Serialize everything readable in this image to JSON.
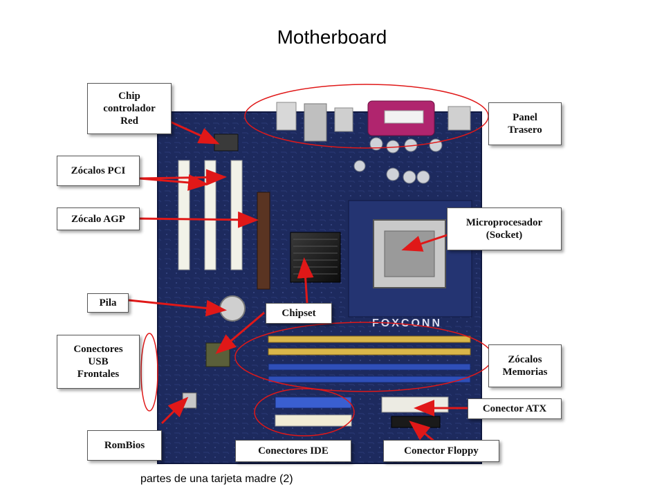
{
  "title": "Motherboard",
  "caption": "partes de una tarjeta madre (2)",
  "board_brand": "FOXCONN",
  "labels": {
    "chip_red": "Chip\ncontrolador\nRed",
    "zocalos_pci": "Zócalos PCI",
    "zocalo_agp": "Zócalo AGP",
    "pila": "Pila",
    "usb_frontales": "Conectores\nUSB\nFrontales",
    "rombios": "RomBios",
    "conectores_ide": "Conectores IDE",
    "conector_floppy": "Conector Floppy",
    "conector_atx": "Conector ATX",
    "zocalos_memorias": "Zócalos\nMemorias",
    "microprocesador": "Microprocesador\n(Socket)",
    "panel_trasero": "Panel\nTrasero",
    "chipset": "Chipset"
  },
  "colors": {
    "board": "#1d2a5e",
    "arrow": "#e01818",
    "ram_yellow": "#d9b64a",
    "ram_blue": "#2f4fb8"
  }
}
